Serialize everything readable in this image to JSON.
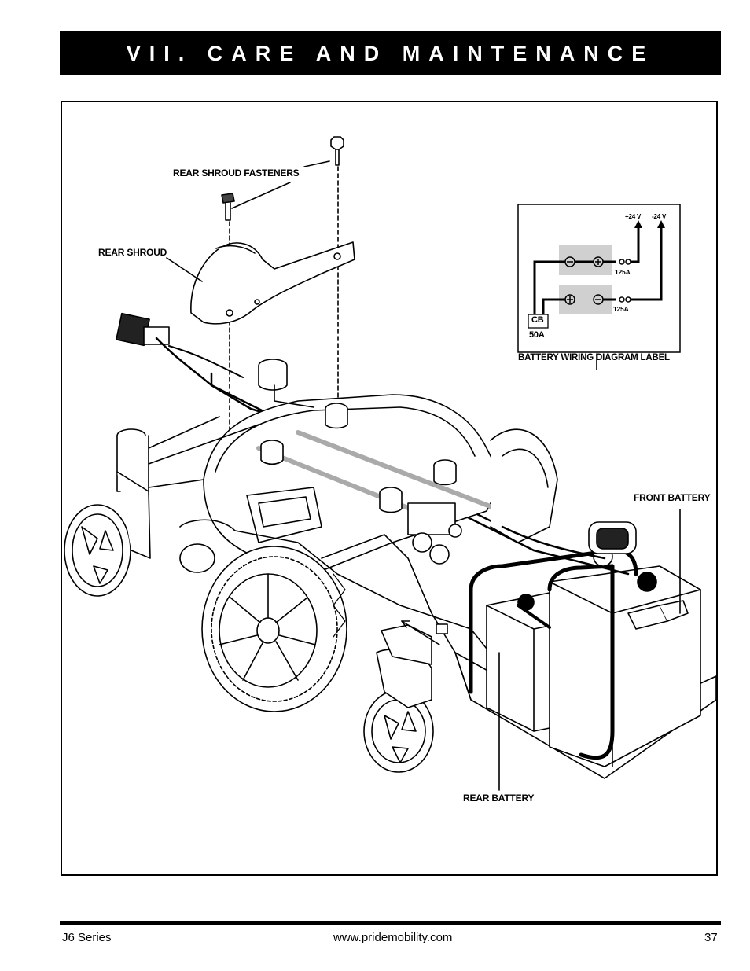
{
  "header": {
    "title": "VII. CARE AND MAINTENANCE"
  },
  "labels": {
    "rear_shroud_fasteners": "REAR SHROUD FASTENERS",
    "rear_shroud": "REAR SHROUD",
    "battery_wiring_diagram_label": "BATTERY WIRING DIAGRAM LABEL",
    "front_battery": "FRONT BATTERY",
    "rear_battery": "REAR BATTERY"
  },
  "wiring_diagram": {
    "plus_24v": "+24 V",
    "minus_24v": "-24 V",
    "fuse_top": "125A",
    "fuse_bottom": "125A",
    "cb": "CB",
    "cb_rating": "50A"
  },
  "footer": {
    "left": "J6 Series",
    "center": "www.pridemobility.com",
    "page_number": "37"
  }
}
